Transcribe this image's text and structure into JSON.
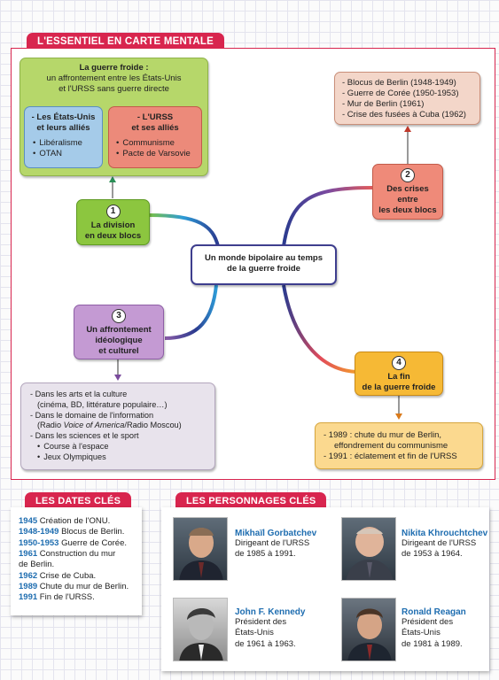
{
  "mindmap": {
    "tab_title": "L'ESSENTIEL EN CARTE MENTALE",
    "center": "Un monde bipolaire au temps de la guerre froide",
    "top_box": {
      "title_line1": "La guerre froide :",
      "title_line2": "un affrontement entre les États-Unis",
      "title_line3": "et l'URSS sans guerre directe",
      "usa": {
        "title_line1": "- Les États-Unis",
        "title_line2": "et leurs alliés",
        "items": [
          "Libéralisme",
          "OTAN"
        ]
      },
      "urss": {
        "title_line1": "- L'URSS",
        "title_line2": "et ses alliés",
        "items": [
          "Communisme",
          "Pacte de Varsovie"
        ]
      }
    },
    "branch1": {
      "number": "1",
      "line1": "La division",
      "line2": "en deux blocs"
    },
    "branch2": {
      "number": "2",
      "line1": "Des crises",
      "line2": "entre",
      "line3": "les deux blocs"
    },
    "branch3": {
      "number": "3",
      "line1": "Un affrontement",
      "line2": "idéologique",
      "line3": "et culturel"
    },
    "branch4": {
      "number": "4",
      "line1": "La fin",
      "line2": "de la guerre froide"
    },
    "crises": [
      "- Blocus de Berlin (1948-1949)",
      "- Guerre de Corée (1950-1953)",
      "- Mur de Berlin (1961)",
      "- Crise des fusées à Cuba (1962)"
    ],
    "ideology": {
      "arts_line1": "- Dans les arts et la culture",
      "arts_line2": "(cinéma, BD, littérature populaire…)",
      "info_line1": "- Dans le domaine de l'information",
      "info_pre": "(Radio ",
      "info_italic": "Voice of America",
      "info_post": "/Radio Moscou)",
      "science_line1": "- Dans les sciences et le sport",
      "science_items": [
        "Course à l'espace",
        "Jeux Olympiques"
      ]
    },
    "end": {
      "line1": "- 1989 : chute du mur de Berlin,",
      "line2": "effondrement du communisme",
      "line3": "- 1991 : éclatement et fin de l'URSS"
    }
  },
  "dates": {
    "tab_title": "LES DATES CLÉS",
    "items": [
      {
        "year": "1945",
        "text": "Création de l'ONU."
      },
      {
        "year": "1948-1949",
        "text": "Blocus de Berlin."
      },
      {
        "year": "1950-1953",
        "text": "Guerre de Corée."
      },
      {
        "year": "1961",
        "text": "Construction du mur"
      },
      {
        "year": "",
        "text": "de Berlin."
      },
      {
        "year": "1962",
        "text": "Crise de Cuba."
      },
      {
        "year": "1989",
        "text": "Chute du mur de Berlin."
      },
      {
        "year": "1991",
        "text": "Fin de l'URSS."
      }
    ]
  },
  "personnages": {
    "tab_title": "LES PERSONNAGES CLÉS",
    "people": [
      {
        "name": "Mikhaïl Gorbatchev",
        "line1": "Dirigeant de l'URSS",
        "line2": "de 1985 à 1991.",
        "line3": ""
      },
      {
        "name": "Nikita Khrouchtchev",
        "line1": "Dirigeant de l'URSS",
        "line2": "de 1953 à 1964.",
        "line3": ""
      },
      {
        "name": "John F. Kennedy",
        "line1": "Président des",
        "line2": "États-Unis",
        "line3": "de 1961 à 1963."
      },
      {
        "name": "Ronald Reagan",
        "line1": "Président des",
        "line2": "États-Unis",
        "line3": "de 1981 à 1989."
      }
    ]
  },
  "colors": {
    "accent": "#d8254e",
    "title_blue": "#1e6db0",
    "top_green": "#b6d76a",
    "usa_blue": "#a5cbe9",
    "urss_red": "#ec8a7a",
    "branch1_green": "#8cc63f",
    "branch2_salmon": "#ef8a79",
    "branch3_purple": "#c49ad3",
    "branch4_orange": "#f6b935"
  }
}
